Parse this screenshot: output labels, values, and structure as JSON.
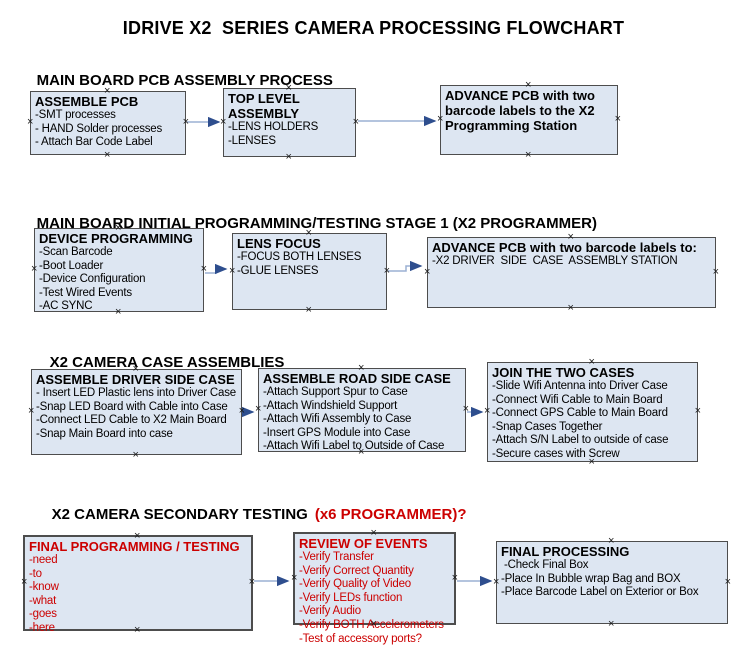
{
  "title": "IDRIVE X2  SERIES CAMERA PROCESSING FLOWCHART",
  "colors": {
    "background": "#ffffff",
    "text": "#000000",
    "accent_red": "#cc0000",
    "box_fill": "#dde6f2",
    "box_border": "#4d4d4d",
    "connector_line": "#9bb0d4",
    "connector_arrow": "#2e4e8e"
  },
  "icons": {
    "connection_point": "×",
    "connector": "right-arrow"
  },
  "sections": [
    {
      "header": "MAIN BOARD PCB ASSEMBLY PROCESS",
      "boxes": [
        {
          "title": "ASSEMBLE PCB",
          "items": [
            "-SMT processes",
            "- HAND Solder processes",
            "- Attach Bar Code Label"
          ]
        },
        {
          "title": "TOP LEVEL ASSEMBLY",
          "items": [
            "-LENS HOLDERS",
            "-LENSES"
          ]
        },
        {
          "title": "ADVANCE PCB with two barcode labels to the  X2 Programming Station",
          "items": []
        }
      ]
    },
    {
      "header": "MAIN BOARD INITIAL PROGRAMMING/TESTING STAGE 1 (X2 PROGRAMMER)",
      "boxes": [
        {
          "title": "DEVICE PROGRAMMING",
          "items": [
            "-Scan Barcode",
            "-Boot Loader",
            "-Device Configuration",
            "-Test Wired Events",
            "-AC SYNC"
          ]
        },
        {
          "title": "LENS FOCUS",
          "items": [
            "-FOCUS BOTH LENSES",
            "-GLUE LENSES"
          ]
        },
        {
          "title": "ADVANCE PCB with two barcode labels to:",
          "items": [
            "-X2 DRIVER  SIDE  CASE  ASSEMBLY STATION"
          ]
        }
      ]
    },
    {
      "header": "X2 CAMERA CASE ASSEMBLIES",
      "boxes": [
        {
          "title": "ASSEMBLE DRIVER SIDE CASE",
          "items": [
            "- Insert LED Plastic lens into Driver Case",
            "-Snap LED Board with Cable into Case",
            "-Connect LED Cable to X2 Main Board",
            "-Snap Main Board into case"
          ]
        },
        {
          "title": "ASSEMBLE ROAD SIDE CASE",
          "items": [
            "-Attach Support Spur to Case",
            "-Attach Windshield Support",
            "-Attach Wifi Assembly to Case",
            "-Insert GPS Module into Case",
            "-Attach Wifi Label to Outside of Case"
          ]
        },
        {
          "title": "JOIN THE TWO CASES",
          "items": [
            "-Slide Wifi Antenna into Driver Case",
            "-Connect Wifi Cable to Main Board",
            "-Connect GPS Cable to Main Board",
            "-Snap Cases Together",
            "-Attach S/N Label to outside of case",
            "-Secure cases with Screw"
          ]
        }
      ]
    },
    {
      "header": "X2 CAMERA SECONDARY TESTING",
      "header_suffix": "(x6 PROGRAMMER)?",
      "boxes": [
        {
          "title": "FINAL PROGRAMMING / TESTING",
          "items": [
            "-need",
            "-to",
            "-know",
            "-what",
            "-goes",
            "-here"
          ]
        },
        {
          "title": "REVIEW OF EVENTS",
          "items": [
            "-Verify Transfer",
            "-Verify Correct Quantity",
            "-Verify Quality of Video",
            "-Verify LEDs function",
            "-Verify Audio",
            "-Verify BOTH Accelerometers",
            "-Test of accessory ports?"
          ]
        },
        {
          "title": "FINAL PROCESSING",
          "items": [
            " -Check Final Box",
            "-Place In Bubble wrap Bag and BOX",
            "-Place Barcode Label on Exterior or Box"
          ]
        }
      ]
    }
  ]
}
